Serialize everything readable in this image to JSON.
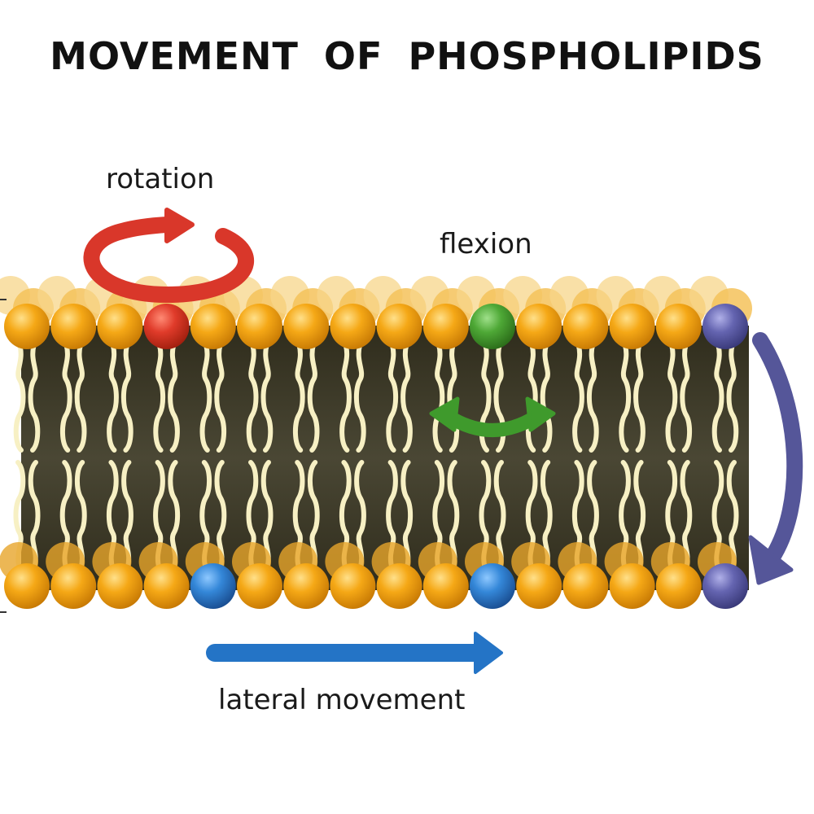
{
  "title": "MOVEMENT OF PHOSPHOLIPIDS",
  "labels": {
    "rotation": "rotation",
    "flexion": "flexion",
    "lateral": "lateral movement"
  },
  "colors": {
    "head": "#f2a20c",
    "head_back": "#f7d58a",
    "tail": "#f7f0c4",
    "core": "#3e3b2a",
    "rotation": "#d9372a",
    "flexion": "#3f9a2c",
    "lateral": "#2f7bd0",
    "flip_flop": "#5a5aa0",
    "lateral_arrow": "#2474c6",
    "flip_arrow": "#555699"
  },
  "membrane": {
    "heads_per_leaflet": 16,
    "top_special": [
      {
        "index": 3,
        "kind": "rotation"
      },
      {
        "index": 10,
        "kind": "flexion"
      },
      {
        "index": 15,
        "kind": "flip_flop"
      }
    ],
    "bottom_special": [
      {
        "index": 4,
        "kind": "lateral"
      },
      {
        "index": 10,
        "kind": "lateral"
      },
      {
        "index": 15,
        "kind": "flip_flop"
      }
    ]
  }
}
